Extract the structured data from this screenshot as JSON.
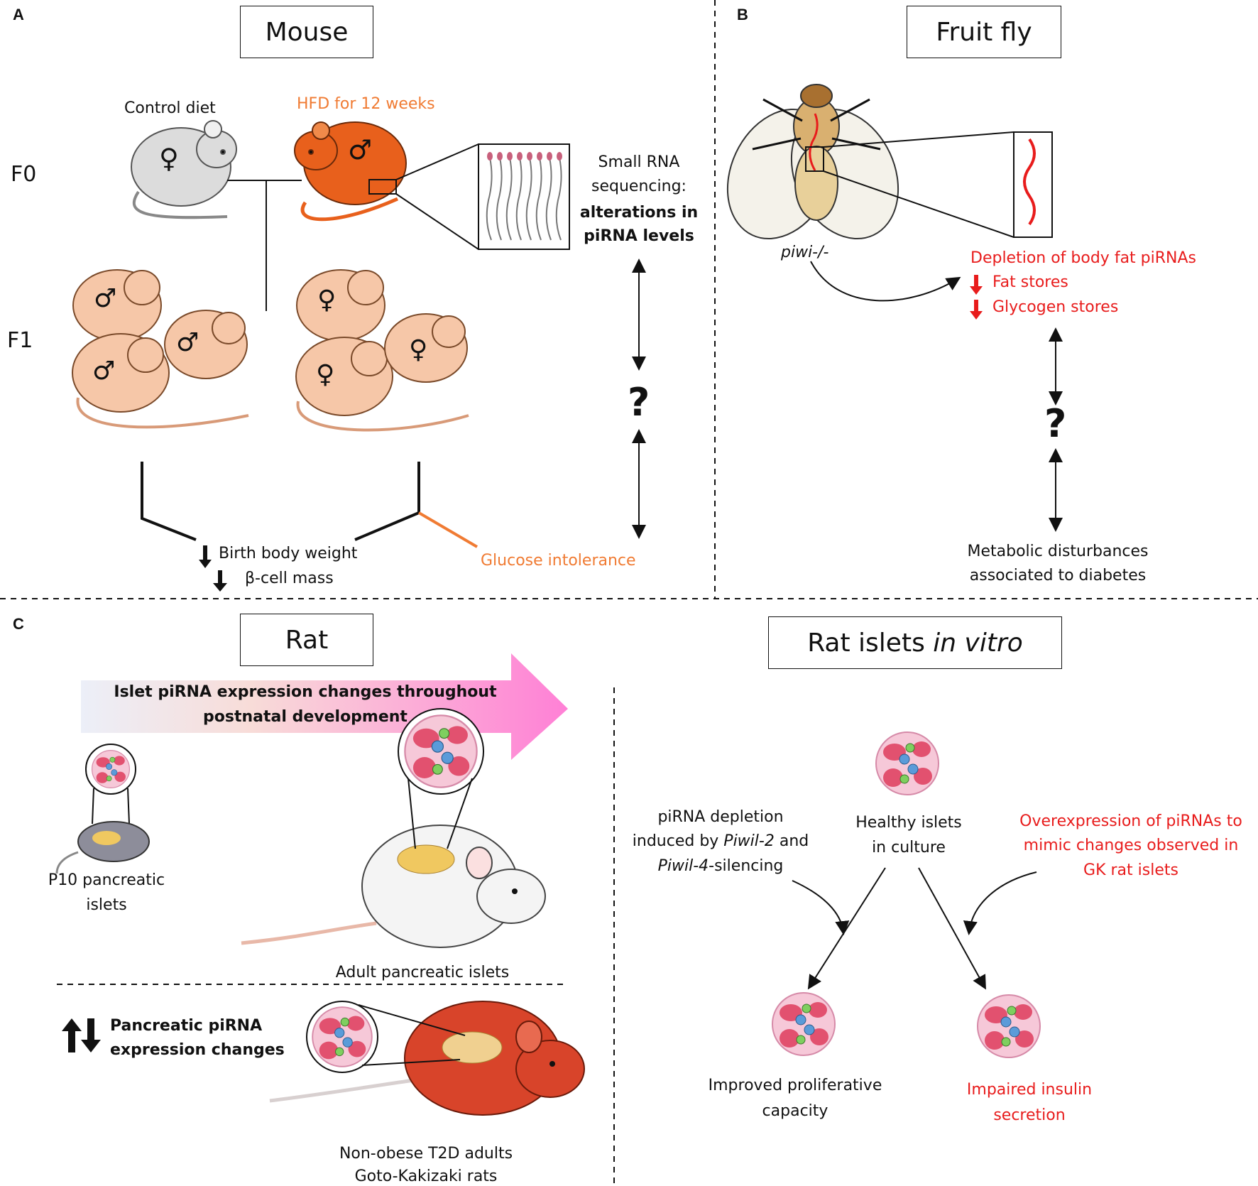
{
  "panels": {
    "a": {
      "letter": "A",
      "title": "Mouse"
    },
    "b": {
      "letter": "B",
      "title": "Fruit fly"
    },
    "c": {
      "letter": "C",
      "title": "Rat",
      "title2_prefix": "Rat islets ",
      "title2_italic": "in vitro"
    }
  },
  "mouse": {
    "control_label": "Control diet",
    "hfd_label": "HFD for 12 weeks",
    "gen_f0": "F0",
    "gen_f1": "F1",
    "female_symbol": "♀",
    "male_symbol": "♂",
    "seq_line1": "Small RNA",
    "seq_line2": "sequencing:",
    "seq_line3": "alterations in",
    "seq_line4": "piRNA levels",
    "question": "?",
    "outcome_weight": "Birth body weight",
    "outcome_beta": "β-cell mass",
    "outcome_glucose": "Glucose intolerance"
  },
  "fly": {
    "genotype": "piwi-/-",
    "effect_main": "Depletion of body fat piRNAs",
    "effect_fat": "Fat stores",
    "effect_glycogen": "Glycogen stores",
    "question": "?",
    "disturb_line1": "Metabolic disturbances",
    "disturb_line2": "associated to diabetes"
  },
  "rat": {
    "arrow_line1": "Islet piRNA expression changes throughout",
    "arrow_line2": "postnatal development",
    "p10_line1": "P10 pancreatic",
    "p10_line2": "islets",
    "adult_label": "Adult pancreatic islets",
    "changes_line1": "Pancreatic piRNA",
    "changes_line2": "expression changes",
    "gk_line1": "Non-obese T2D adults",
    "gk_line2": "Goto-Kakizaki rats"
  },
  "islets": {
    "healthy_line1": "Healthy islets",
    "healthy_line2": "in culture",
    "depletion_line1": "piRNA depletion",
    "depletion_line2_pre": "induced by ",
    "depletion_line2_it": "Piwil-2",
    "depletion_line2_post": " and",
    "depletion_line3_it": "Piwil-4",
    "depletion_line3_post": "-silencing",
    "overexp_line1": "Overexpression of piRNAs to",
    "overexp_line2": "mimic changes observed in",
    "overexp_line3": "GK rat islets",
    "improved_line1": "Improved proliferative",
    "improved_line2": "capacity",
    "impaired_line1": "Impaired insulin",
    "impaired_line2": "secretion"
  },
  "colors": {
    "red_text": "#e81c1c",
    "orange_text": "#f07b33",
    "control_mouse": "#dcdcdc",
    "hfd_mouse": "#e8601c",
    "f1_mouse": "#f6c7a8",
    "gk_rat": "#d8442a",
    "arrow_gradient_start": "#eef0f8",
    "arrow_gradient_end": "#ff7fd4"
  }
}
